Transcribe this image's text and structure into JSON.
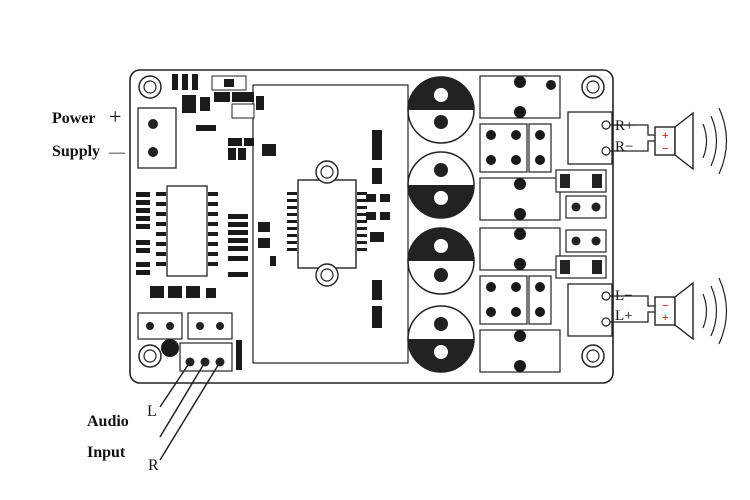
{
  "labels": {
    "power": "Power",
    "supply": "Supply",
    "plus": "+",
    "minus": "—",
    "audio": "Audio",
    "input": "Input",
    "audio_l": "L",
    "audio_r": "R",
    "right_plus": "R+",
    "right_minus": "R−",
    "left_minus": "L−",
    "left_plus": "L+",
    "speaker_plus": "+",
    "speaker_minus": "−"
  },
  "colors": {
    "board": "#ffffff",
    "outline": "#222222",
    "component": "#1a1a1a",
    "polarity_red": "#cc0000"
  },
  "icons": [
    "speaker-icon",
    "capacitor-icon",
    "terminal-block-icon",
    "mounting-hole-icon",
    "chip-icon"
  ]
}
